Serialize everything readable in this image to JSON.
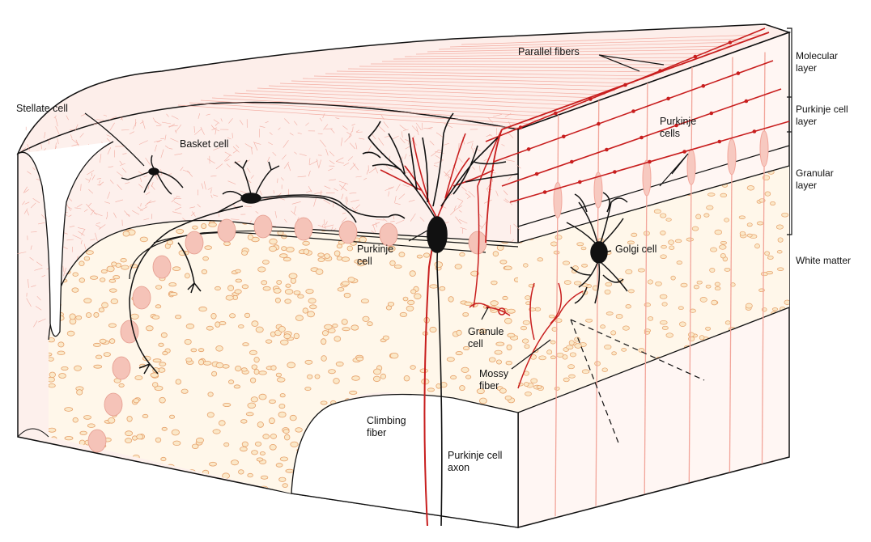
{
  "labels": {
    "parallel_fibers": "Parallel fibers",
    "stellate_cell": "Stellate cell",
    "basket_cell": "Basket cell",
    "purkinje_cells": "Purkinje cells",
    "purkinje_cell": "Purkinje cell",
    "golgi_cell": "Golgi cell",
    "granule_cell": "Granule cell",
    "mossy_fiber": "Mossy fiber",
    "climbing_fiber": "Climbing fiber",
    "purkinje_cell_axon": "Purkinje cell axon"
  },
  "layers": {
    "molecular": "Molecular layer",
    "purkinje_cell_layer": "Purkinje cell layer",
    "granular": "Granular layer",
    "white_matter": "White matter"
  },
  "colors": {
    "fiber_red": "#c81e1e",
    "light_red": "#f2a59a",
    "granule_fill": "#fbe8c8",
    "granule_stroke": "#e6a16a",
    "neuron_black": "#111111"
  }
}
